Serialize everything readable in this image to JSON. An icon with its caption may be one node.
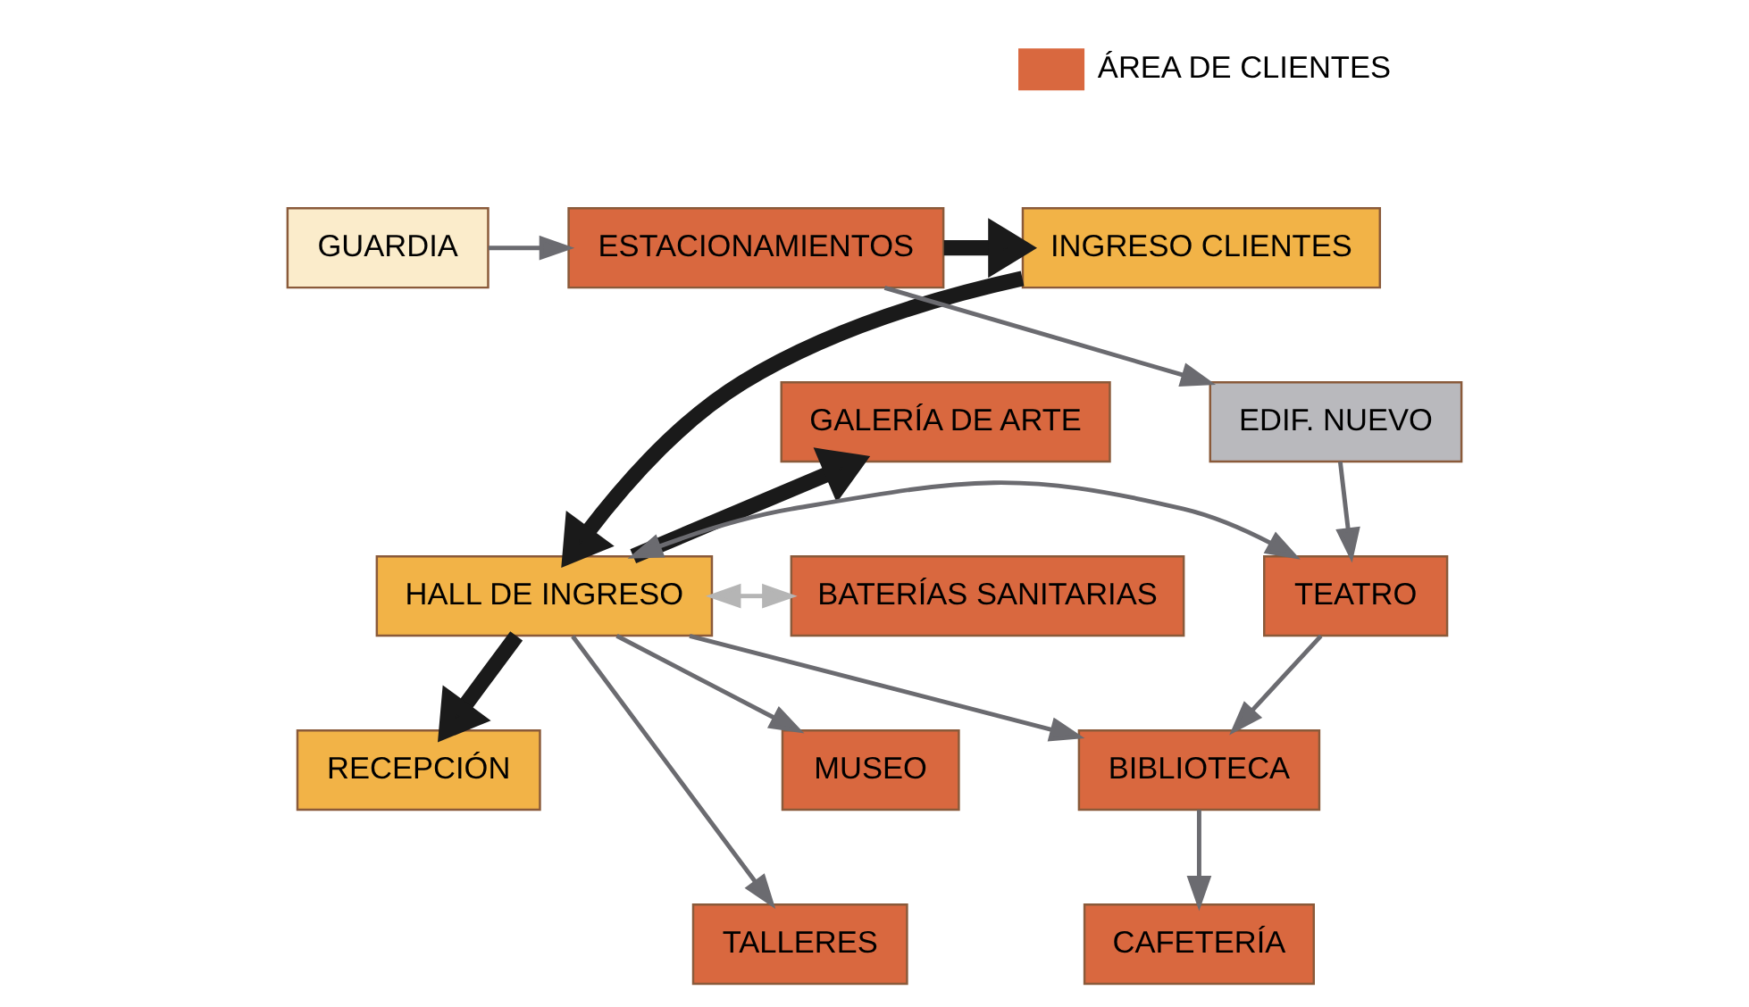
{
  "diagram": {
    "nodes": [
      {
        "text": [
          "INGRESO CLIENTES"
        ]
      },
      {
        "text": [
          "ESTACIONAMIENTOS"
        ]
      },
      {
        "text": [
          "GUARDIA"
        ]
      },
      {
        "text": [
          "EDIF. NUEVO"
        ]
      },
      {
        "text": [
          "GALERÍA DE ARTE"
        ]
      },
      {
        "text": [
          "BATERÍAS SANITARIAS"
        ]
      },
      {
        "text": [
          "HALL DE INGRESO"
        ]
      },
      {
        "text": [
          "TEATRO"
        ]
      },
      {
        "text": [
          "MUSEO"
        ]
      },
      {
        "text": [
          "BIBLIOTECA"
        ]
      },
      {
        "text": [
          "TALLERES"
        ]
      },
      {
        "text": [
          "RECEPCIÓN"
        ]
      },
      {
        "text": [
          "CAFETERÍA"
        ]
      }
    ],
    "edges": [
      {
        "from": 1,
        "to": 0,
        "arrow": "to",
        "style": "thick",
        "color": "#1a1a1a"
      },
      {
        "from": 2,
        "to": 1,
        "arrow": "to"
      },
      {
        "from": 1,
        "to": 3,
        "arrow": "to"
      },
      {
        "from": 0,
        "to": 6,
        "arrow": "to",
        "style": "thick",
        "color": "#1a1a1a"
      },
      {
        "from": 3,
        "to": 7,
        "arrow": "to"
      },
      {
        "from": 6,
        "to": 4,
        "arrow": "to",
        "style": "thick",
        "color": "#1a1a1a"
      },
      {
        "from": 6,
        "to": 5,
        "arrow": "both",
        "color": "#b5b5b5"
      },
      {
        "from": 6,
        "to": 7,
        "arrow": "both"
      },
      {
        "from": 6,
        "to": 8,
        "arrow": "to"
      },
      {
        "from": 6,
        "to": 10,
        "arrow": "to"
      },
      {
        "from": 6,
        "to": 11,
        "arrow": "to",
        "style": "thick",
        "color": "#1a1a1a"
      },
      {
        "from": 6,
        "to": 9,
        "arrow": "to"
      },
      {
        "from": 7,
        "to": 9,
        "arrow": "to"
      },
      {
        "from": 9,
        "to": 12,
        "arrow": "to"
      }
    ],
    "legend": [
      {
        "text": "ÁREA DE CLIENTES",
        "color": "#d9683f"
      }
    ]
  }
}
